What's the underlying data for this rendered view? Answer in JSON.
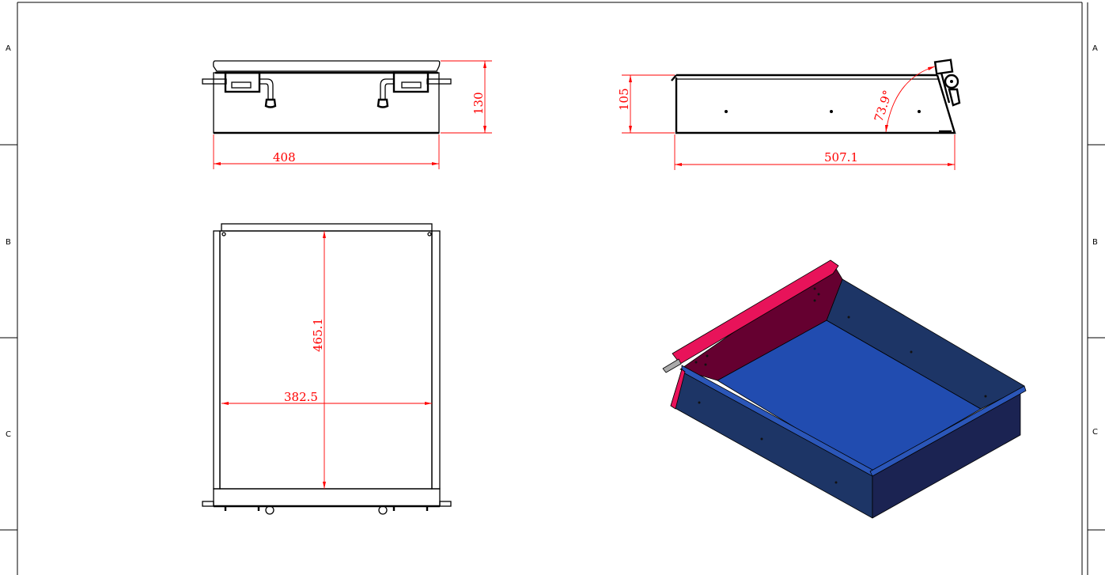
{
  "sheet": {
    "zones_left": [
      "A",
      "B",
      "C"
    ],
    "zones_right": [
      "A",
      "B",
      "C"
    ]
  },
  "front_view": {
    "width_dim": "408",
    "height_dim": "130"
  },
  "side_view": {
    "height_dim": "105",
    "length_dim": "507.1",
    "angle_dim": "73.9°"
  },
  "top_view": {
    "length_dim": "465.1",
    "width_dim": "382.5"
  },
  "isometric_view": {
    "colors": {
      "rail": "#e8135a",
      "back_panel": "#650030",
      "floor": "#214cb0",
      "wall": "#1d3566",
      "wall_dark": "#1b2352",
      "lip": "#2b56b8"
    }
  }
}
